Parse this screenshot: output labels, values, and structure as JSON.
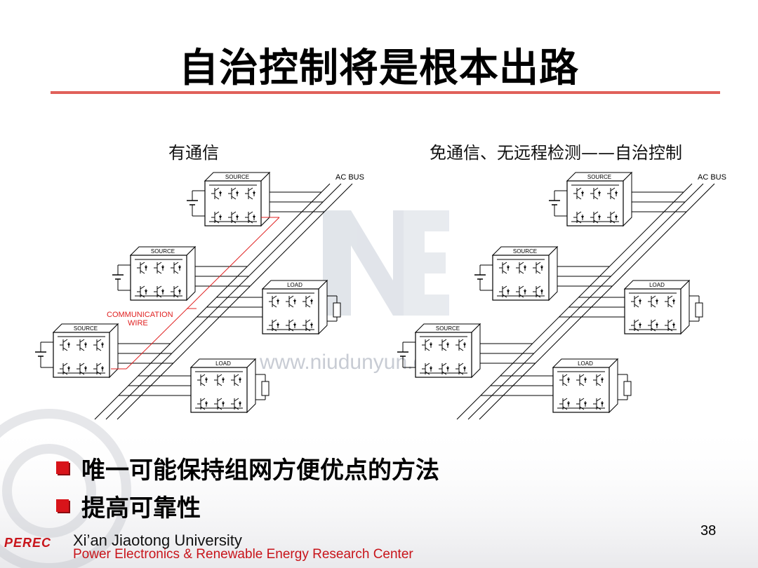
{
  "title": "自治控制将是根本出路",
  "left_caption": "有通信",
  "right_caption": "免通信、无远程检测——自治控制",
  "diagram": {
    "bus_label": "AC BUS",
    "source_label": "SOURCE",
    "load_label": "LOAD",
    "comm_wire_line1": "COMMUNICATION",
    "comm_wire_line2": "WIRE"
  },
  "watermark": {
    "logo_text": "NE",
    "url_text": "www.niudunyun.com"
  },
  "bullets": [
    "唯一可能保持组网方便优点的方法",
    "提高可靠性"
  ],
  "footer": {
    "logo": "PEREC",
    "university": "Xi’an Jiaotong University",
    "center": "Power Electronics & Renewable Energy Research Center"
  },
  "page_number": "38",
  "colors": {
    "title_rule": "#e0605a",
    "bullet": "#d8141a",
    "footer_center": "#c8141a",
    "comm_wire": "#e02020"
  }
}
